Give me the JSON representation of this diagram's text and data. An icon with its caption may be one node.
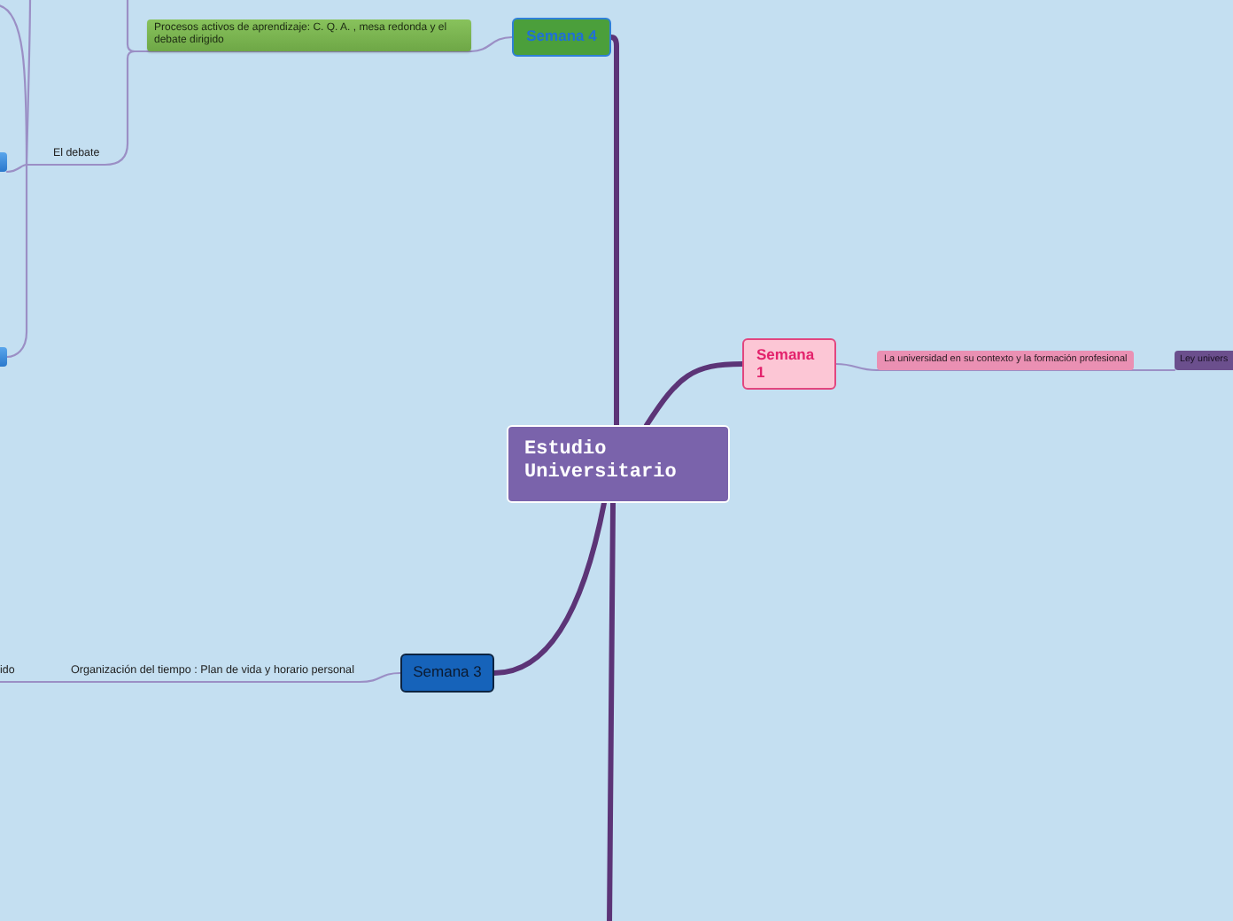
{
  "diagram": {
    "nodes": [
      {
        "text": [
          "Procesos activos de aprendizaje: C. Q. A. , mesa redonda y el debate dirigido"
        ]
      },
      {
        "text": [
          "Semana 4"
        ]
      },
      {
        "text": [],
        "shape": "box"
      },
      {
        "text": [
          "El debate"
        ]
      },
      {
        "text": [
          "Semana 1"
        ]
      },
      {
        "text": [],
        "shape": "box"
      },
      {
        "text": [
          "La universidad en su contexto y la formación profesional"
        ]
      },
      {
        "text": [
          "Ley univers"
        ]
      },
      {
        "text": [
          "Estudio Universitario"
        ]
      },
      {
        "text": [
          "ido"
        ]
      },
      {
        "text": [
          "Organización del tiempo : Plan de vida y horario personal"
        ]
      },
      {
        "text": [
          "Semana 3"
        ]
      }
    ],
    "edges": [
      {
        "from": 8,
        "to": 1,
        "arrow": "none",
        "style": "thick",
        "color": "#5c3477"
      },
      {
        "from": 8,
        "to": 4,
        "arrow": "none",
        "style": "thick",
        "color": "#5c3477"
      },
      {
        "from": 8,
        "to": 11,
        "arrow": "none",
        "style": "thick",
        "color": "#5c3477"
      },
      {
        "from": 8,
        "to": null,
        "arrow": "none",
        "style": "thick",
        "color": "#5c3477"
      },
      {
        "from": 1,
        "to": 0,
        "arrow": "none"
      },
      {
        "from": 0,
        "to": null,
        "arrow": "none"
      },
      {
        "from": 0,
        "to": 3,
        "arrow": "none"
      },
      {
        "from": 3,
        "to": 2,
        "arrow": "none"
      },
      {
        "from": 3,
        "to": 5,
        "arrow": "none"
      },
      {
        "from": 3,
        "to": null,
        "arrow": "none"
      },
      {
        "from": 3,
        "to": null,
        "arrow": "none"
      },
      {
        "from": 4,
        "to": 6,
        "arrow": "none"
      },
      {
        "from": 6,
        "to": 7,
        "arrow": "none"
      },
      {
        "from": 11,
        "to": 10,
        "arrow": "none"
      },
      {
        "from": 10,
        "to": 9,
        "arrow": "none"
      }
    ]
  }
}
